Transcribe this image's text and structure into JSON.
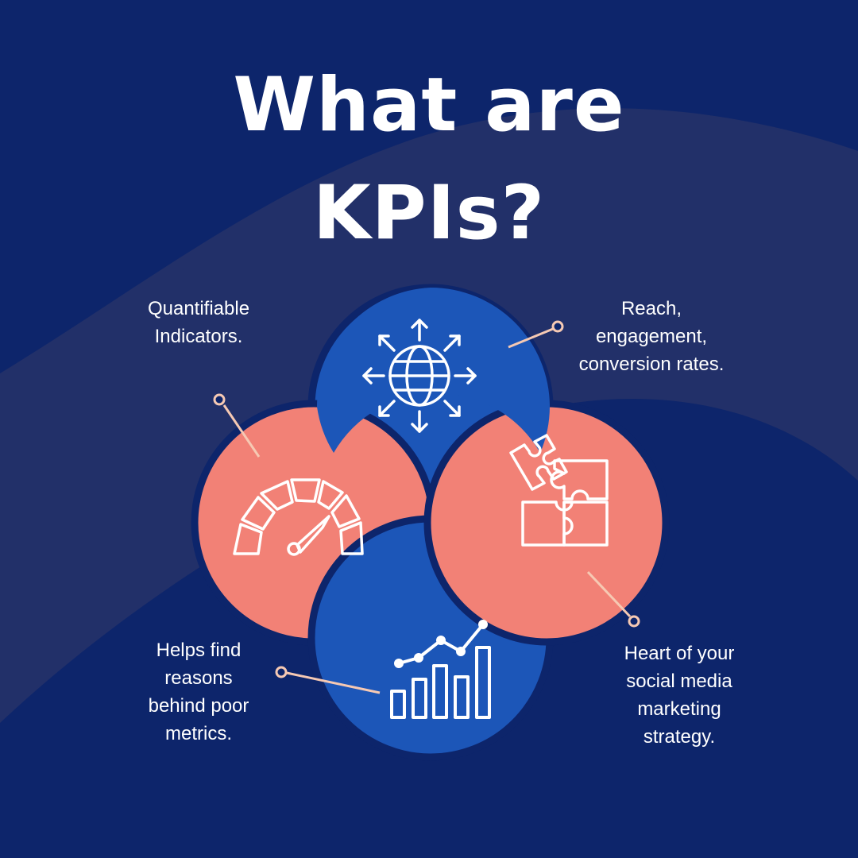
{
  "title": {
    "line1": "What are",
    "line2": "KPIs?"
  },
  "callouts": {
    "top_left": [
      "Quantifiable",
      "Indicators."
    ],
    "top_right": [
      "Reach,",
      "engagement,",
      "conversion rates."
    ],
    "bottom_left": [
      "Helps find",
      "reasons",
      "behind poor",
      "metrics."
    ],
    "bottom_right": [
      "Heart of your",
      "social media",
      "marketing",
      "strategy."
    ]
  },
  "icons": {
    "top": "globe-arrows-icon",
    "left": "speedometer-icon",
    "right": "puzzle-icon",
    "bottom": "bar-chart-icon"
  },
  "colors": {
    "background": "#0d256b",
    "wave": "#223069",
    "blue_petal": "#1c56b8",
    "coral_petal": "#f28176",
    "connector": "#f6c9b3",
    "text": "#ffffff"
  }
}
